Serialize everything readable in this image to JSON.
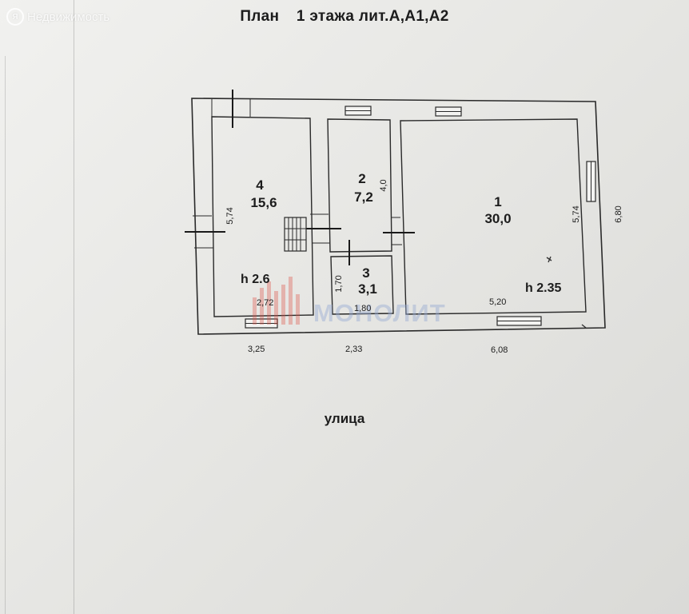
{
  "watermark": {
    "logo": "Я",
    "text": "Недвижимость",
    "center_text": "МОНОЛИТ"
  },
  "title": {
    "part1": "План",
    "part2": "1 этажа лит.А,А1,А2"
  },
  "rooms": [
    {
      "number": "4",
      "area": "15,6"
    },
    {
      "number": "2",
      "area": "7,2"
    },
    {
      "number": "3",
      "area": "3,1"
    },
    {
      "number": "1",
      "area": "30,0"
    }
  ],
  "heights": {
    "left": "h 2.6",
    "right": "h 2.35"
  },
  "dimensions": {
    "room4_height": "5,74",
    "room4_width": "2,72",
    "room2_height": "4,0",
    "room3_height": "1,70",
    "room3_width": "1,80",
    "room1_height": "5,74",
    "room1_width": "5,20",
    "outer_height": "6,80",
    "bottom_left": "3,25",
    "bottom_middle": "2,33",
    "bottom_right": "6,08"
  },
  "street": "улица"
}
